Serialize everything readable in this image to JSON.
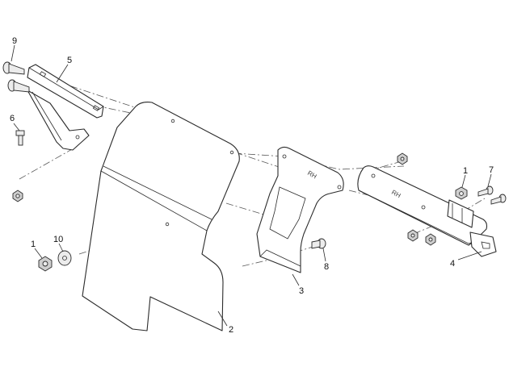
{
  "callouts": {
    "c1a": "1",
    "c1b": "1",
    "c2": "2",
    "c3": "3",
    "c4": "4",
    "c5": "5",
    "c6": "6",
    "c7": "7",
    "c8": "8",
    "c9": "9",
    "c10": "10"
  },
  "stamps": {
    "bracket_mark": "RH",
    "rail_mark": "RH"
  },
  "colors": {
    "line": "#2b2b2b",
    "hardware_fill": "#cfcfcf",
    "background": "#ffffff"
  }
}
